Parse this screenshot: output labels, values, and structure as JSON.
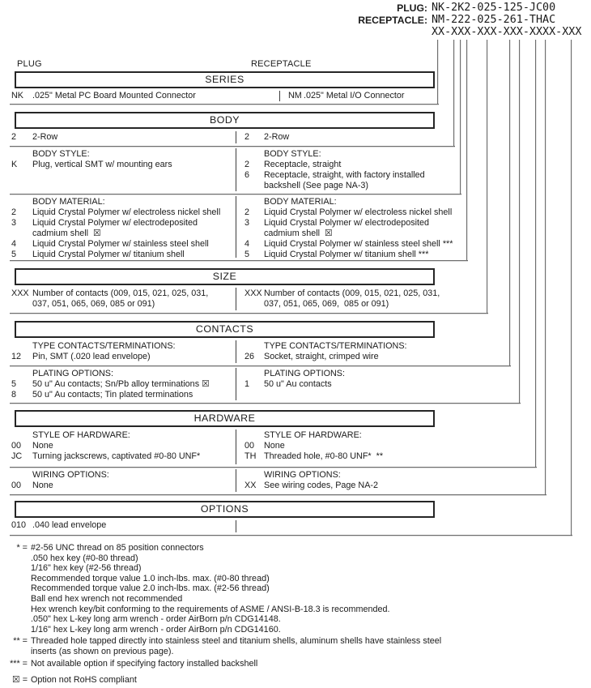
{
  "part_numbers": {
    "rows": [
      {
        "label": "PLUG:",
        "value": "NK-2K2-025-125-JC00"
      },
      {
        "label": "RECEPTACLE:",
        "value": "NM-222-025-261-THAC"
      },
      {
        "label": "",
        "value": "XX-XXX-XXX-XXX-XXXX-XXX"
      }
    ]
  },
  "column_headers": {
    "left": "PLUG",
    "right": "RECEPTACLE"
  },
  "sections": {
    "series": {
      "title": "SERIES",
      "subs": [
        {
          "left": {
            "rows": [
              {
                "code": "NK",
                "desc": ".025\" Metal PC Board Mounted Connector"
              }
            ]
          },
          "right": {
            "rows": [
              {
                "code": "NM",
                "desc": ".025\" Metal I/O Connector"
              }
            ]
          }
        }
      ]
    },
    "body": {
      "title": "BODY",
      "subs": [
        {
          "left": {
            "rows": [
              {
                "code": "2",
                "desc": "2-Row"
              }
            ]
          },
          "right": {
            "rows": [
              {
                "code": "2",
                "desc": "2-Row"
              }
            ]
          }
        },
        {
          "left": {
            "label": "BODY STYLE:",
            "rows": [
              {
                "code": "K",
                "desc": "Plug, vertical SMT w/ mounting ears"
              }
            ]
          },
          "right": {
            "label": "BODY STYLE:",
            "rows": [
              {
                "code": "2",
                "desc": "Receptacle, straight"
              },
              {
                "code": "6",
                "desc": "Receptacle, straight, with factory installed\nbackshell (See page NA-3)"
              }
            ]
          }
        },
        {
          "left": {
            "label": "BODY MATERIAL:",
            "rows": [
              {
                "code": "2",
                "desc": "Liquid Crystal Polymer w/ electroless nickel shell"
              },
              {
                "code": "3",
                "desc": "Liquid Crystal Polymer w/ electrodeposited\ncadmium shell  ☒"
              },
              {
                "code": "4",
                "desc": "Liquid Crystal Polymer w/ stainless steel shell"
              },
              {
                "code": "5",
                "desc": "Liquid Crystal Polymer w/ titanium shell"
              }
            ]
          },
          "right": {
            "label": "BODY MATERIAL:",
            "rows": [
              {
                "code": "2",
                "desc": "Liquid Crystal Polymer w/ electroless nickel shell"
              },
              {
                "code": "3",
                "desc": "Liquid Crystal Polymer w/ electrodeposited\ncadmium shell  ☒"
              },
              {
                "code": "4",
                "desc": "Liquid Crystal Polymer w/ stainless steel shell ***"
              },
              {
                "code": "5",
                "desc": "Liquid Crystal Polymer w/ titanium shell ***"
              }
            ]
          }
        }
      ]
    },
    "size": {
      "title": "SIZE",
      "subs": [
        {
          "left": {
            "rows": [
              {
                "code": "XXX",
                "desc": "Number of contacts (009, 015, 021, 025, 031,\n037, 051, 065, 069, 085 or 091)"
              }
            ]
          },
          "right": {
            "rows": [
              {
                "code": "XXX",
                "desc": "Number of contacts (009, 015, 021, 025, 031,\n037, 051, 065, 069,  085 or 091)"
              }
            ]
          }
        }
      ]
    },
    "contacts": {
      "title": "CONTACTS",
      "subs": [
        {
          "left": {
            "label": "TYPE CONTACTS/TERMINATIONS:",
            "rows": [
              {
                "code": "12",
                "desc": "Pin, SMT (.020 lead envelope)"
              }
            ]
          },
          "right": {
            "label": "TYPE CONTACTS/TERMINATIONS:",
            "rows": [
              {
                "code": "26",
                "desc": "Socket, straight, crimped wire"
              }
            ]
          }
        },
        {
          "left": {
            "label": "PLATING OPTIONS:",
            "rows": [
              {
                "code": "5",
                "desc": "50 u\" Au contacts; Sn/Pb alloy terminations ☒"
              },
              {
                "code": "8",
                "desc": "50 u\" Au contacts; Tin plated terminations"
              }
            ]
          },
          "right": {
            "label": "PLATING OPTIONS:",
            "rows": [
              {
                "code": "1",
                "desc": "50 u\" Au contacts"
              }
            ]
          }
        }
      ]
    },
    "hardware": {
      "title": "HARDWARE",
      "subs": [
        {
          "left": {
            "label": "STYLE OF HARDWARE:",
            "rows": [
              {
                "code": "00",
                "desc": "None"
              },
              {
                "code": "JC",
                "desc": "Turning jackscrews, captivated #0-80 UNF*"
              }
            ]
          },
          "right": {
            "label": "STYLE OF HARDWARE:",
            "rows": [
              {
                "code": "00",
                "desc": "None"
              },
              {
                "code": "TH",
                "desc": "Threaded hole, #0-80 UNF*  **"
              }
            ]
          }
        },
        {
          "left": {
            "label": "WIRING OPTIONS:",
            "rows": [
              {
                "code": "00",
                "desc": "None"
              }
            ]
          },
          "right": {
            "label": "WIRING OPTIONS:",
            "rows": [
              {
                "code": "XX",
                "desc": "See wiring codes, Page NA-2"
              }
            ]
          }
        }
      ]
    },
    "options": {
      "title": "OPTIONS",
      "subs": [
        {
          "left": {
            "rows": [
              {
                "code": "010",
                "desc": ".040 lead envelope"
              }
            ]
          },
          "right": {
            "rows": []
          }
        }
      ]
    }
  },
  "footnotes": [
    {
      "marker": "* =",
      "text": "#2-56 UNC thread on 85 position connectors\n.050 hex key (#0-80 thread)\n1/16\" hex key (#2-56 thread)\nRecommended torque value 1.0 inch-lbs. max. (#0-80 thread)\nRecommended torque value 2.0 inch-lbs. max. (#2-56 thread)\nBall end hex wrench not recommended\nHex wrench key/bit conforming to the requirements of ASME / ANSI-B-18.3 is recommended.\n.050\" hex L-key long arm wrench - order AirBorn p/n CDG14148.\n1/16\" hex L-key long arm wrench - order AirBorn p/n CDG14160."
    },
    {
      "marker": "** =",
      "text": "Threaded hole tapped directly into stainless steel and titanium shells, aluminum shells have stainless steel\ninserts (as shown on previous page)."
    },
    {
      "marker": "*** =",
      "text": "Not available option if specifying factory installed backshell"
    },
    {
      "marker": "☒ =",
      "text": "Option not RoHS compliant",
      "gap": true
    }
  ]
}
